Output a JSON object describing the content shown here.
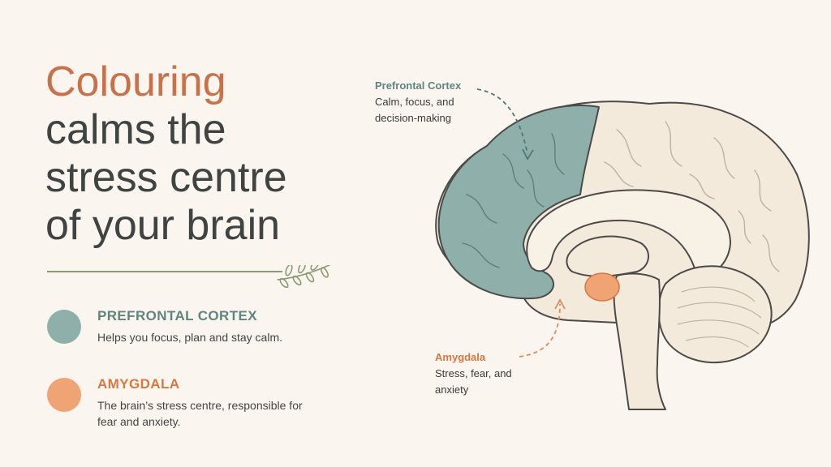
{
  "title": {
    "lines": [
      "Colouring",
      "calms the",
      "stress centre",
      "of your brain"
    ]
  },
  "colors": {
    "accent": "#c8724a",
    "prefrontal": "#8fb0aa",
    "amygdala": "#f0a474",
    "brain": "#f3eadb",
    "outline": "#4a4a4a",
    "divider": "#8a9a72",
    "background": "#faf6ef"
  },
  "legend": [
    {
      "name": "PREFRONTAL CORTEX",
      "description": "Helps you focus, plan and stay calm.",
      "color": "#8fb0aa",
      "text_color": "#5e8580"
    },
    {
      "name": "AMYGDALA",
      "description": "The brain’s stress centre, responsible for fear and anxiety.",
      "color": "#f0a474",
      "text_color": "#d9773e"
    }
  ],
  "annotations": {
    "prefrontal": {
      "title": "Prefrontal Cortex",
      "description": "Calm, focus, and decision-making",
      "title_color": "#5e8580"
    },
    "amygdala": {
      "title": "Amygdala",
      "description": "Stress, fear, and anxiety",
      "title_color": "#d9773e"
    }
  },
  "icons": [
    "sprig-icon",
    "brain-illustration"
  ]
}
